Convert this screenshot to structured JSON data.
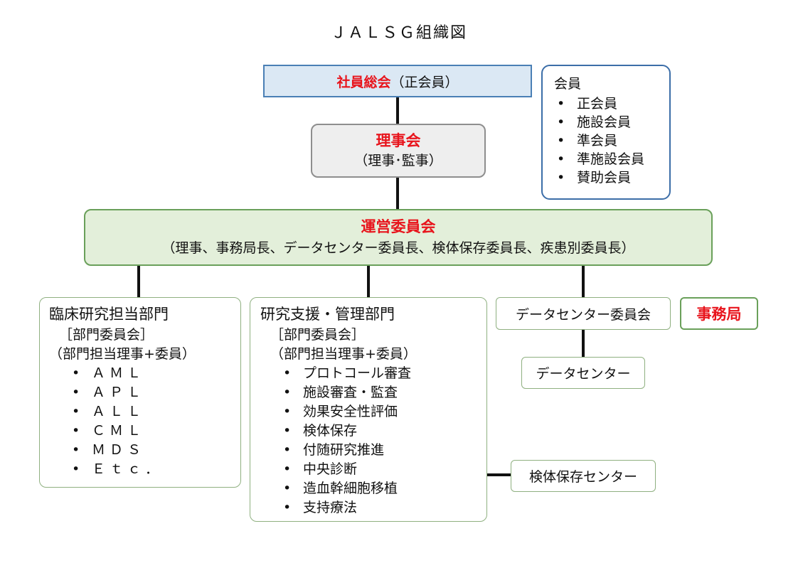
{
  "title": "ＪＡＬＳＧ組織図",
  "general_assembly": {
    "name": "社員総会",
    "note": "（正会員）"
  },
  "members": {
    "heading": "会員",
    "items": [
      "正会員",
      "施設会員",
      "準会員",
      "準施設会員",
      "賛助会員"
    ]
  },
  "board": {
    "name": "理事会",
    "note": "（理事･監事）"
  },
  "steering_committee": {
    "name": "運営委員会",
    "note": "（理事、事務局長、データセンター委員長、検体保存委員長、疾患別委員長）"
  },
  "clinical_division": {
    "name": "臨床研究担当部門",
    "committee": "［部門委員会］",
    "composition": "（部門担当理事+委員）",
    "items": [
      "ＡＭＬ",
      "ＡＰＬ",
      "ＡＬＬ",
      "ＣＭＬ",
      "ＭＤＳ",
      "Ｅｔｃ．"
    ]
  },
  "support_division": {
    "name": "研究支援・管理部門",
    "committee": "［部門委員会］",
    "composition": "（部門担当理事+委員）",
    "items": [
      "プロトコール審査",
      "施設審査・監査",
      "効果安全性評価",
      "検体保存",
      "付随研究推進",
      "中央診断",
      "造血幹細胞移植",
      "支持療法"
    ]
  },
  "datacenter_committee": "データセンター委員会",
  "secretariat": "事務局",
  "datacenter": "データセンター",
  "biobank_center": "検体保存センター",
  "colors": {
    "highlight_red": "#e8141c",
    "general_fill": "#dbe8f4",
    "general_border": "#4a7fb5",
    "board_fill": "#eeeeee",
    "steering_fill": "#e3efda",
    "steering_border": "#6aa05a"
  }
}
